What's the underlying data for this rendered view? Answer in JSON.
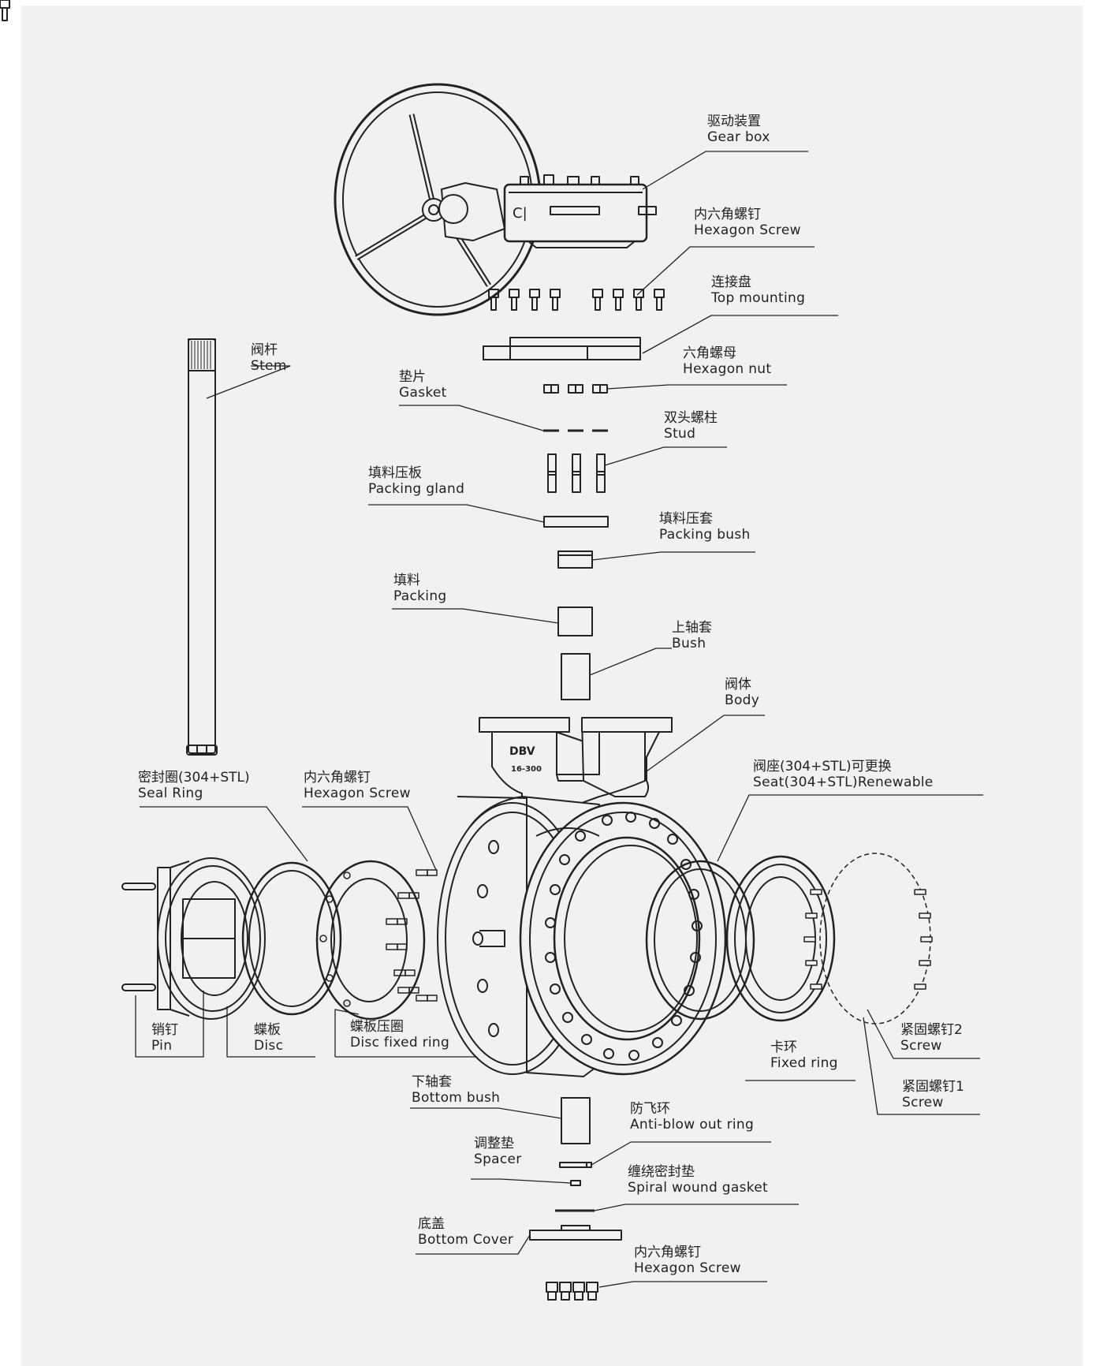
{
  "labels": [
    {
      "id": "gear-box",
      "zh": "驱动装置",
      "en": "Gear box"
    },
    {
      "id": "hexagon-screw-top",
      "zh": "内六角螺钉",
      "en": "Hexagon Screw"
    },
    {
      "id": "top-mounting",
      "zh": "连接盘",
      "en": "Top mounting"
    },
    {
      "id": "hexagon-nut",
      "zh": "六角螺母",
      "en": "Hexagon nut"
    },
    {
      "id": "stem",
      "zh": "阀杆",
      "en": "Stem"
    },
    {
      "id": "gasket",
      "zh": "垫片",
      "en": "Gasket"
    },
    {
      "id": "stud",
      "zh": "双头螺柱",
      "en": "Stud"
    },
    {
      "id": "packing-gland",
      "zh": "填料压板",
      "en": "Packing gland"
    },
    {
      "id": "packing-bush",
      "zh": "填料压套",
      "en": "Packing bush"
    },
    {
      "id": "packing",
      "zh": "填料",
      "en": "Packing"
    },
    {
      "id": "bush",
      "zh": "上轴套",
      "en": "Bush"
    },
    {
      "id": "body",
      "zh": "阀体",
      "en": "Body"
    },
    {
      "id": "seal-ring",
      "zh": "密封圈(304+STL)",
      "en": "Seal Ring"
    },
    {
      "id": "hexagon-screw-disc",
      "zh": "内六角螺钉",
      "en": "Hexagon Screw"
    },
    {
      "id": "seat",
      "zh": "阀座(304+STL)可更换",
      "en": "Seat(304+STL)Renewable"
    },
    {
      "id": "pin",
      "zh": "销钉",
      "en": "Pin"
    },
    {
      "id": "disc",
      "zh": "蝶板",
      "en": "Disc"
    },
    {
      "id": "disc-fixed-ring",
      "zh": "蝶板压圈",
      "en": "Disc fixed ring"
    },
    {
      "id": "fixed-ring",
      "zh": "卡环",
      "en": "Fixed ring"
    },
    {
      "id": "screw-2",
      "zh": "紧固螺钉2",
      "en": "Screw"
    },
    {
      "id": "screw-1",
      "zh": "紧固螺钉1",
      "en": "Screw"
    },
    {
      "id": "bottom-bush",
      "zh": "下轴套",
      "en": "Bottom bush"
    },
    {
      "id": "anti-blow-out-ring",
      "zh": "防飞环",
      "en": "Anti-blow out ring"
    },
    {
      "id": "spacer",
      "zh": "调整垫",
      "en": "Spacer"
    },
    {
      "id": "spiral-wound-gasket",
      "zh": "缠绕密封垫",
      "en": "Spiral wound gasket"
    },
    {
      "id": "bottom-cover",
      "zh": "底盖",
      "en": "Bottom Cover"
    },
    {
      "id": "hexagon-screw-bottom",
      "zh": "内六角螺钉",
      "en": "Hexagon Screw"
    }
  ],
  "body_marking": {
    "brand": "DBV",
    "rating": "16-300"
  },
  "colors": {
    "background": "#f1f1f1",
    "line": "#222222"
  }
}
